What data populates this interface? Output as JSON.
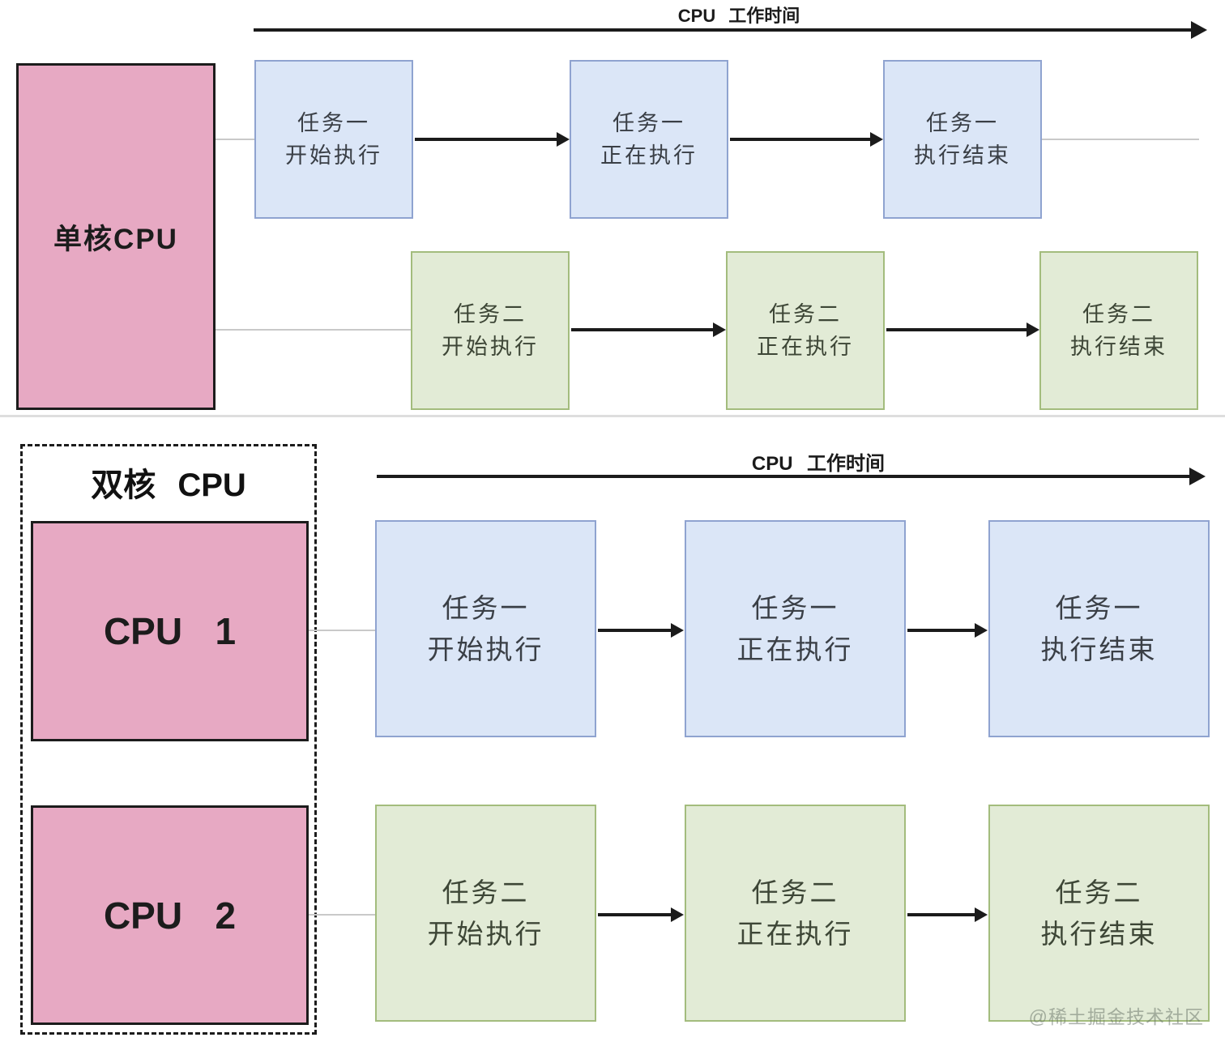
{
  "single_core": {
    "timeline_label": "CPU 工作时间",
    "cpu_label": "单核CPU",
    "task1_steps": [
      {
        "line1": "任务一",
        "line2": "开始执行"
      },
      {
        "line1": "任务一",
        "line2": "正在执行"
      },
      {
        "line1": "任务一",
        "line2": "执行结束"
      }
    ],
    "task2_steps": [
      {
        "line1": "任务二",
        "line2": "开始执行"
      },
      {
        "line1": "任务二",
        "line2": "正在执行"
      },
      {
        "line1": "任务二",
        "line2": "执行结束"
      }
    ]
  },
  "dual_core": {
    "timeline_label": "CPU 工作时间",
    "group_label": "双核 CPU",
    "cpu1_label": "CPU 1",
    "cpu2_label": "CPU 2",
    "cpu1_task_steps": [
      {
        "line1": "任务一",
        "line2": "开始执行"
      },
      {
        "line1": "任务一",
        "line2": "正在执行"
      },
      {
        "line1": "任务一",
        "line2": "执行结束"
      }
    ],
    "cpu2_task_steps": [
      {
        "line1": "任务二",
        "line2": "开始执行"
      },
      {
        "line1": "任务二",
        "line2": "正在执行"
      },
      {
        "line1": "任务二",
        "line2": "执行结束"
      }
    ]
  },
  "watermark": "@稀土掘金技术社区",
  "colors": {
    "cpu_box_fill": "#e7a9c3",
    "cpu_box_border": "#1c1c1c",
    "task1_fill": "#dbe6f7",
    "task1_border": "#8fa3d0",
    "task2_fill": "#e2ebd6",
    "task2_border": "#a3bc7d",
    "arrow": "#1b1b1b",
    "connector": "#c9c9c9",
    "divider": "#dedede"
  }
}
